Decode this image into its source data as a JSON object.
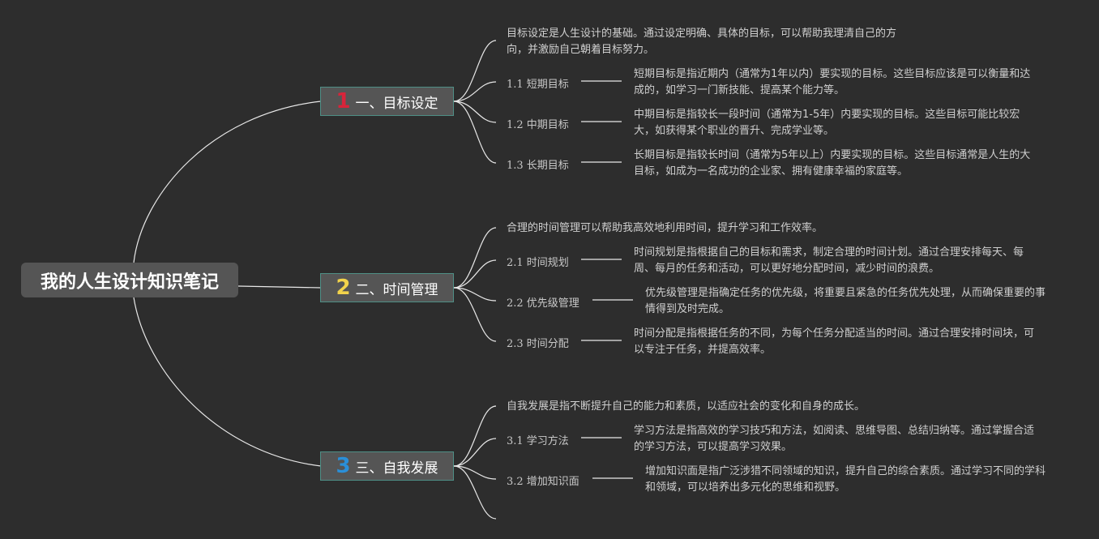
{
  "root": {
    "title": "我的人生设计知识笔记"
  },
  "branches": [
    {
      "number": "1",
      "number_color": "#d8243a",
      "title": "一、目标设定",
      "intro": "目标设定是人生设计的基础。通过设定明确、具体的目标，可以帮助我理清自己的方向，并激励自己朝着目标努力。",
      "items": [
        {
          "label": "1.1 短期目标",
          "desc": "短期目标是指近期内（通常为1年以内）要实现的目标。这些目标应该是可以衡量和达成的，如学习一门新技能、提高某个能力等。"
        },
        {
          "label": "1.2 中期目标",
          "desc": "中期目标是指较长一段时间（通常为1-5年）内要实现的目标。这些目标可能比较宏大，如获得某个职业的晋升、完成学业等。"
        },
        {
          "label": "1.3 长期目标",
          "desc": "长期目标是指较长时间（通常为5年以上）内要实现的目标。这些目标通常是人生的大目标，如成为一名成功的企业家、拥有健康幸福的家庭等。"
        }
      ]
    },
    {
      "number": "2",
      "number_color": "#f2d34b",
      "title": "二、时间管理",
      "intro": "合理的时间管理可以帮助我高效地利用时间，提升学习和工作效率。",
      "items": [
        {
          "label": "2.1 时间规划",
          "desc": "时间规划是指根据自己的目标和需求，制定合理的时间计划。通过合理安排每天、每周、每月的任务和活动，可以更好地分配时间，减少时间的浪费。"
        },
        {
          "label": "2.2 优先级管理",
          "desc": "优先级管理是指确定任务的优先级，将重要且紧急的任务优先处理，从而确保重要的事情得到及时完成。"
        },
        {
          "label": "2.3 时间分配",
          "desc": "时间分配是指根据任务的不同，为每个任务分配适当的时间。通过合理安排时间块，可以专注于任务，并提高效率。"
        }
      ]
    },
    {
      "number": "3",
      "number_color": "#2a8fd8",
      "title": "三、自我发展",
      "intro": "自我发展是指不断提升自己的能力和素质，以适应社会的变化和自身的成长。",
      "items": [
        {
          "label": "3.1 学习方法",
          "desc": "学习方法是指高效的学习技巧和方法，如阅读、思维导图、总结归纳等。通过掌握合适的学习方法，可以提高学习效果。"
        },
        {
          "label": "3.2 增加知识面",
          "desc": "增加知识面是指广泛涉猎不同领域的知识，提升自己的综合素质。通过学习不同的学科和领域，可以培养出多元化的思维和视野。"
        }
      ]
    }
  ]
}
